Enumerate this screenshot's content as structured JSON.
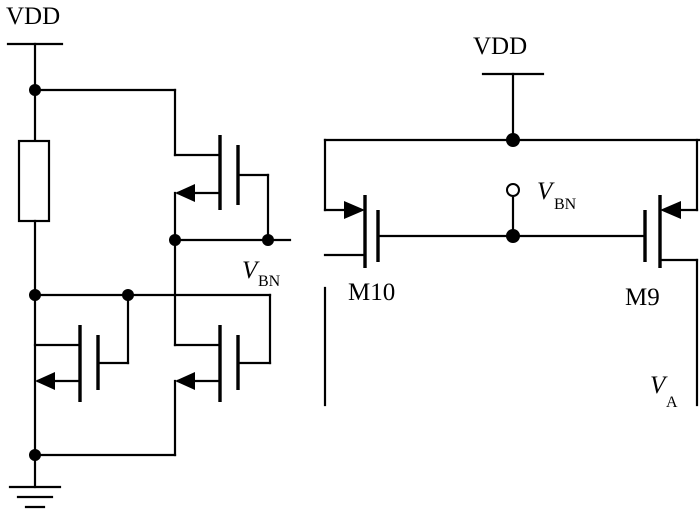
{
  "labels": {
    "vdd_left": "VDD",
    "vdd_right": "VDD",
    "vbn_left_main": "V",
    "vbn_left_sub": "BN",
    "vbn_right_main": "V",
    "vbn_right_sub": "BN",
    "m10": "M10",
    "m9": "M9",
    "va_main": "V",
    "va_sub": "A"
  }
}
